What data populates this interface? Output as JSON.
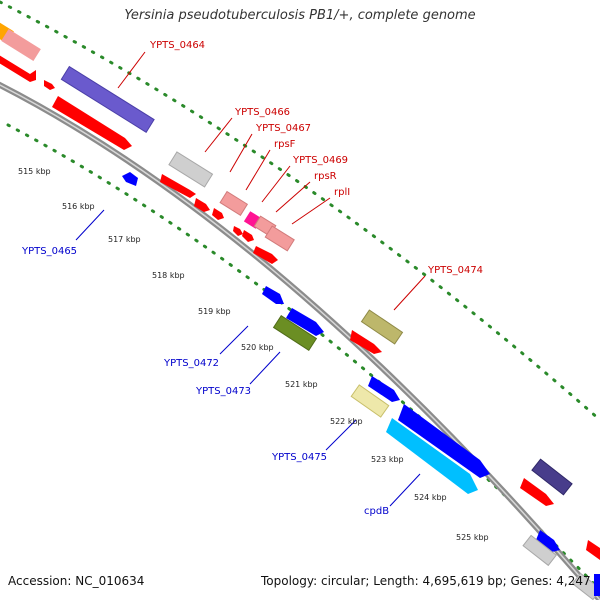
{
  "title": "Yersinia pseudotuberculosis PB1/+, complete genome",
  "accession_text": "Accession: NC_010634",
  "summary_text": "Topology: circular; Length: 4,695,619 bp; Genes: 4,247",
  "colors": {
    "backbone": "#8c8c8c",
    "tick_dots": "#2a8a2a",
    "red": "#ff0000",
    "pink": "#f39c9c",
    "light_gray": "#cfcfcf",
    "slate_blue": "#6a5acd",
    "dark_slate_blue": "#483d8b",
    "orange": "#ffa500",
    "magenta": "#ff1493",
    "blue": "#0000ff",
    "olive": "#6b8e23",
    "khaki": "#bdb76b",
    "pale_khaki": "#eee8aa",
    "cyan": "#00bfff",
    "label_red": "#cc0000",
    "label_blue": "#0000cc"
  },
  "kbp_ticks": [
    "515 kbp",
    "516 kbp",
    "517 kbp",
    "518 kbp",
    "519 kbp",
    "520 kbp",
    "521 kbp",
    "522 kbp",
    "523 kbp",
    "524 kbp",
    "525 kbp"
  ],
  "gene_labels": [
    {
      "text": "YPTS_0464",
      "strand": "forward"
    },
    {
      "text": "YPTS_0466",
      "strand": "forward"
    },
    {
      "text": "YPTS_0467",
      "strand": "forward"
    },
    {
      "text": "rpsF",
      "strand": "forward"
    },
    {
      "text": "YPTS_0469",
      "strand": "forward"
    },
    {
      "text": "rpsR",
      "strand": "forward"
    },
    {
      "text": "rplI",
      "strand": "forward"
    },
    {
      "text": "YPTS_0474",
      "strand": "forward"
    },
    {
      "text": "YPTS_0465",
      "strand": "reverse"
    },
    {
      "text": "YPTS_0472",
      "strand": "reverse"
    },
    {
      "text": "YPTS_0473",
      "strand": "reverse"
    },
    {
      "text": "YPTS_0475",
      "strand": "reverse"
    },
    {
      "text": "cpdB",
      "strand": "reverse"
    }
  ]
}
